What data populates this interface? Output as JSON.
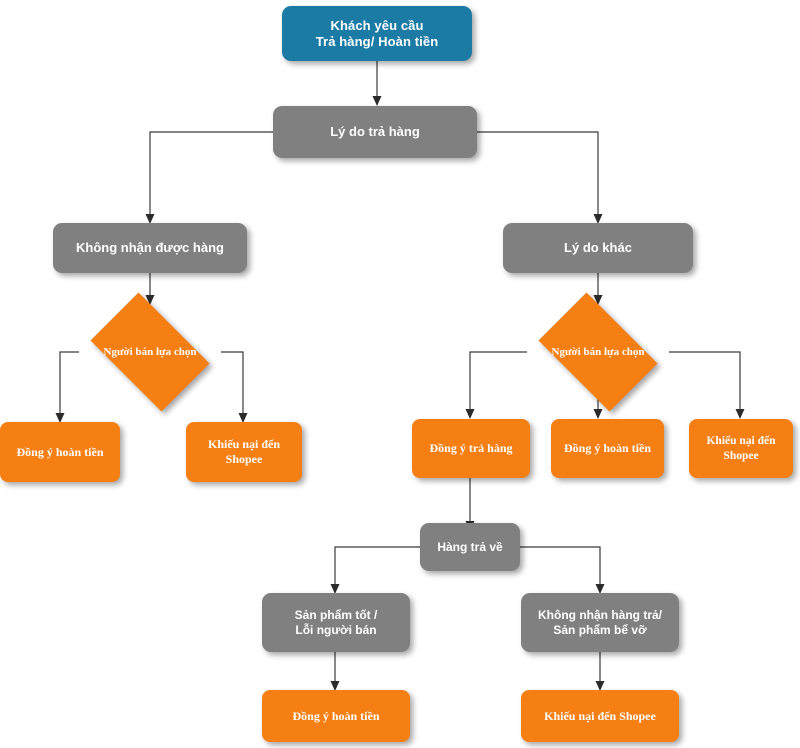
{
  "diagram": {
    "title_text": "Khách yêu cầu Trả hàng/ Hoàn tiền",
    "colors": {
      "start": "#1b7ba5",
      "process": "#808080",
      "terminal": "#f57f12",
      "edge": "#3a3a3a",
      "background": "#ffffff",
      "text": "#ffffff"
    },
    "nodes": {
      "start": {
        "line1": "Khách yêu cầu",
        "line2": "Trả hàng/ Hoàn tiền"
      },
      "reason": {
        "label": "Lý do trả hàng"
      },
      "not_received": {
        "label": "Không nhận được hàng"
      },
      "other_reason": {
        "label": "Lý do khác"
      },
      "seller_choice_left": {
        "label": "Người bán lựa chọn"
      },
      "seller_choice_right": {
        "label": "Người bán lựa chọn"
      },
      "left_refund": {
        "label": "Đồng ý hoàn tiền"
      },
      "left_complain": {
        "line1": "Khiếu nại đến",
        "line2": "Shopee"
      },
      "right_return": {
        "label": "Đồng ý trả hàng"
      },
      "right_refund": {
        "label": "Đồng ý hoàn tiền"
      },
      "right_complain": {
        "line1": "Khiếu nại đến",
        "line2": "Shopee"
      },
      "goods_returned": {
        "label": "Hàng trả về"
      },
      "good_product": {
        "line1": "Sản phẩm tốt /",
        "line2": "Lỗi người bán"
      },
      "bad_product": {
        "line1": "Không nhận hàng trả/",
        "line2": "Sản phẩm bể vỡ"
      },
      "final_refund": {
        "label": "Đồng ý hoàn tiền"
      },
      "final_complain": {
        "label": "Khiếu nại đến Shopee"
      }
    }
  }
}
